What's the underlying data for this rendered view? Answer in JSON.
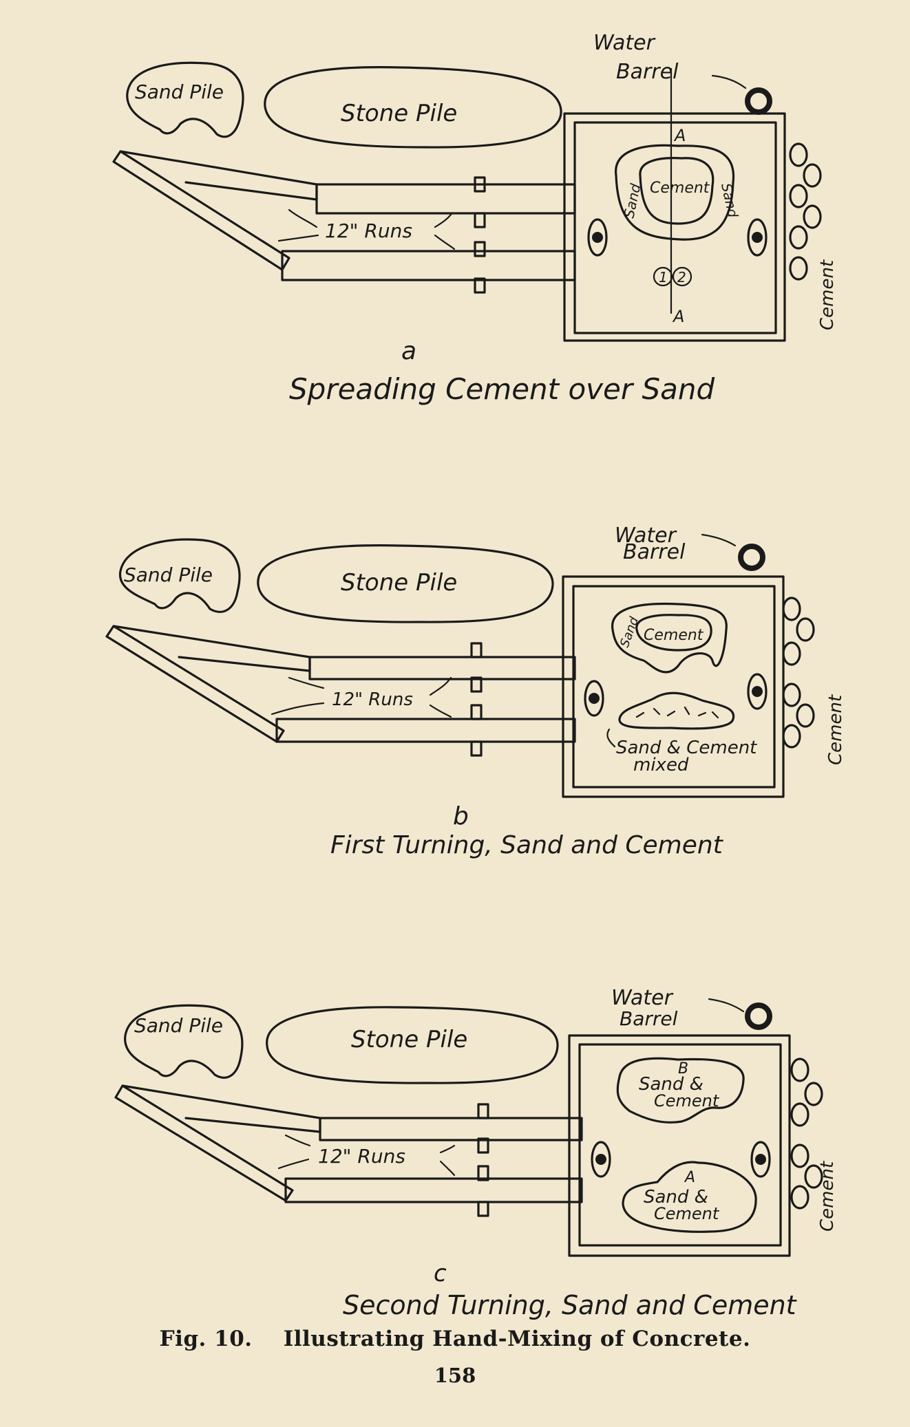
{
  "figure": {
    "caption_number": "Fig. 10.",
    "caption_text": "Illustrating Hand-Mixing of Concrete.",
    "page_number": "158"
  },
  "panels": [
    {
      "letter": "a",
      "title": "Spreading Cement over Sand",
      "sand_pile": "Sand Pile",
      "stone_pile": "Stone Pile",
      "water": "Water",
      "barrel": "Barrel",
      "runs": "12\" Runs",
      "cement_bags": "Cement",
      "heap_sand_left": "Sand",
      "heap_sand_right": "Sand",
      "heap_cement": "Cement",
      "section_top": "A",
      "section_bottom": "A",
      "marker_1": "1",
      "marker_2": "2"
    },
    {
      "letter": "b",
      "title": "First Turning, Sand and Cement",
      "sand_pile": "Sand Pile",
      "stone_pile": "Stone Pile",
      "water": "Water",
      "barrel": "Barrel",
      "runs": "12\" Runs",
      "cement_bags": "Cement",
      "heap_sand": "Sand",
      "heap_cement": "Cement",
      "mixed_line1": "Sand & Cement",
      "mixed_line2": "mixed"
    },
    {
      "letter": "c",
      "title": "Second Turning, Sand and Cement",
      "sand_pile": "Sand Pile",
      "stone_pile": "Stone Pile",
      "water": "Water",
      "barrel": "Barrel",
      "runs": "12\" Runs",
      "cement_bags": "Cement",
      "heap_b_letter": "B",
      "heap_b_line1": "Sand &",
      "heap_b_line2": "Cement",
      "heap_a_letter": "A",
      "heap_a_line1": "Sand &",
      "heap_a_line2": "Cement"
    }
  ]
}
